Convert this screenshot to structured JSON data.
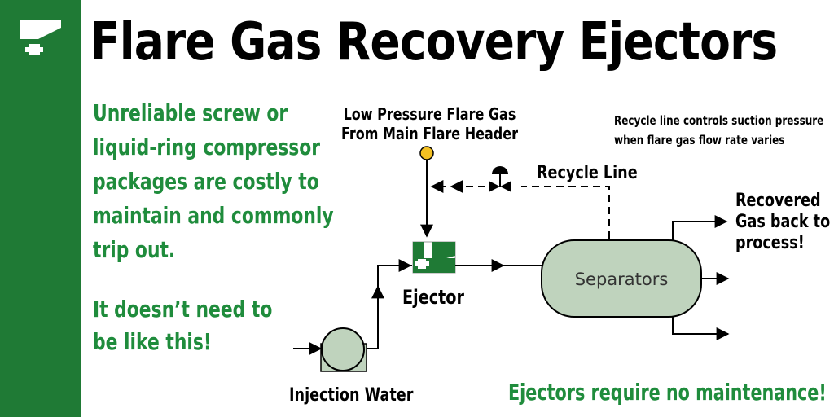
{
  "title": "Flare Gas Recovery Ejectors",
  "lead_lines": [
    "Unreliable screw or",
    "liquid-ring compressor",
    "packages are costly to",
    "maintain and commonly",
    "trip out."
  ],
  "lead2_lines": [
    "It doesn’t need to",
    "be like this!"
  ],
  "tagline": "Ejectors require no maintenance!",
  "diagram": {
    "source_label_lines": [
      "Low Pressure Flare Gas",
      "From Main Flare Header"
    ],
    "note_lines": [
      "Recycle line controls suction pressure",
      "when flare gas flow rate varies"
    ],
    "recycle_label": "Recycle Line",
    "ejector_label": "Ejector",
    "separator_label": "Separators",
    "recovered_lines": [
      "Recovered",
      "Gas back to",
      "process!"
    ],
    "injection_label": "Injection Water"
  },
  "colors": {
    "brand_green": "#1f7a35",
    "text_green": "#1f8c3c",
    "separator_fill": "#bfd3bd",
    "gauge_yellow": "#f3c022"
  },
  "icons": {
    "logo": "company-logo-icon",
    "valve": "control-valve-icon",
    "pump": "pump-icon",
    "gauge": "gauge-node-icon"
  }
}
